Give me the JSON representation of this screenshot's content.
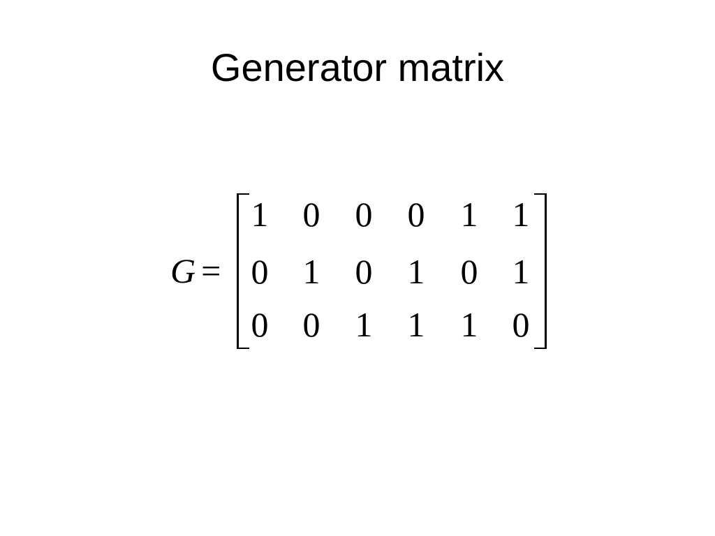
{
  "slide": {
    "title": "Generator matrix"
  },
  "equation": {
    "variable": "G",
    "operator": "=",
    "matrix": [
      [
        "1",
        "0",
        "0",
        "0",
        "1",
        "1"
      ],
      [
        "0",
        "1",
        "0",
        "1",
        "0",
        "1"
      ],
      [
        "0",
        "0",
        "1",
        "1",
        "1",
        "0"
      ]
    ]
  },
  "colors": {
    "background": "#ffffff",
    "text": "#000000"
  }
}
